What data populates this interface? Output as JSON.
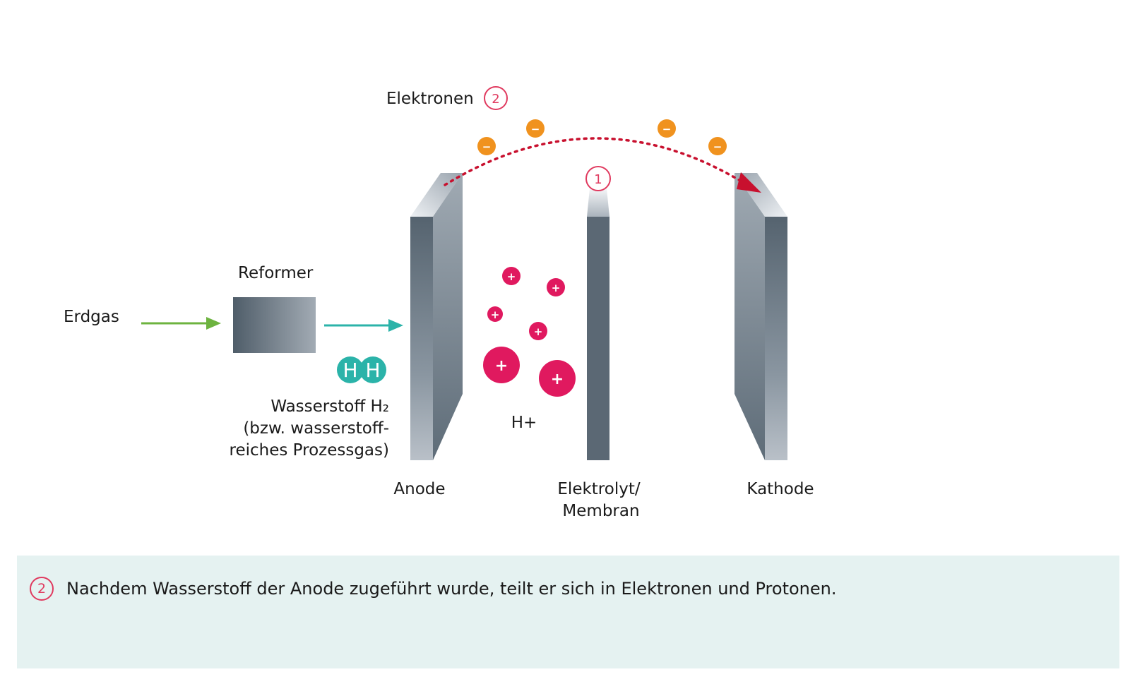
{
  "diagram": {
    "labels": {
      "erdgas": "Erdgas",
      "reformer": "Reformer",
      "wasserstoff_line1": "Wasserstoff H₂",
      "wasserstoff_line2": "(bzw. wasserstoff-",
      "wasserstoff_line3": "reiches Prozessgas)",
      "anode": "Anode",
      "elektrolyt_line1": "Elektrolyt/",
      "elektrolyt_line2": "Membran",
      "kathode": "Kathode",
      "elektronen": "Elektronen",
      "h_plus": "H+"
    },
    "hydrogen_atoms": [
      "H",
      "H"
    ],
    "electron_sign": "−",
    "proton_sign": "+",
    "markers": {
      "elektronen_step": "2",
      "membrane_step": "1"
    },
    "colors": {
      "erdgas_arrow": "#6db33f",
      "hydrogen_arrow": "#2bb3a9",
      "hydrogen_atom": "#2bb3a9",
      "electron": "#f0921e",
      "proton": "#e0195f",
      "electron_path": "#c8102e",
      "marker": "#e03a5f",
      "electrode_dark": "#55636f",
      "electrode_light": "#b5bcc4"
    }
  },
  "caption": {
    "step": "2",
    "text": "Nachdem Wasserstoff der Anode zugeführt wurde, teilt er sich in Elektronen und Protonen."
  }
}
